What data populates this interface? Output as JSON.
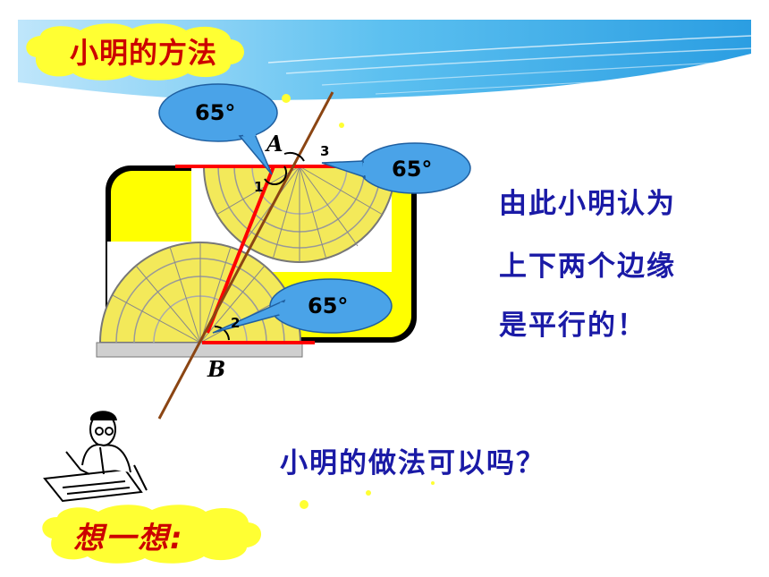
{
  "title": "小明的方法",
  "bubbles": {
    "angle_top_left": "65°",
    "angle_top_right": "65°",
    "angle_bottom": "65°"
  },
  "labels": {
    "point_a": "A",
    "point_b": "B",
    "angle_1": "1",
    "angle_2": "2",
    "angle_3": "3"
  },
  "conclusion": {
    "line1": "由此小明认为",
    "line2": "上下两个边缘",
    "line3": "是平行的！"
  },
  "question": "小明的做法可以吗？",
  "think": "想一想:",
  "colors": {
    "banner_blue": "#3aa8e8",
    "cloud_yellow": "#ffff33",
    "title_red": "#cc0000",
    "text_blue": "#1a1aa6",
    "bubble_blue": "#4aa3e8",
    "frame_yellow": "#ffff00",
    "edge_red": "#ff0000",
    "transversal_brown": "#8b4513"
  }
}
